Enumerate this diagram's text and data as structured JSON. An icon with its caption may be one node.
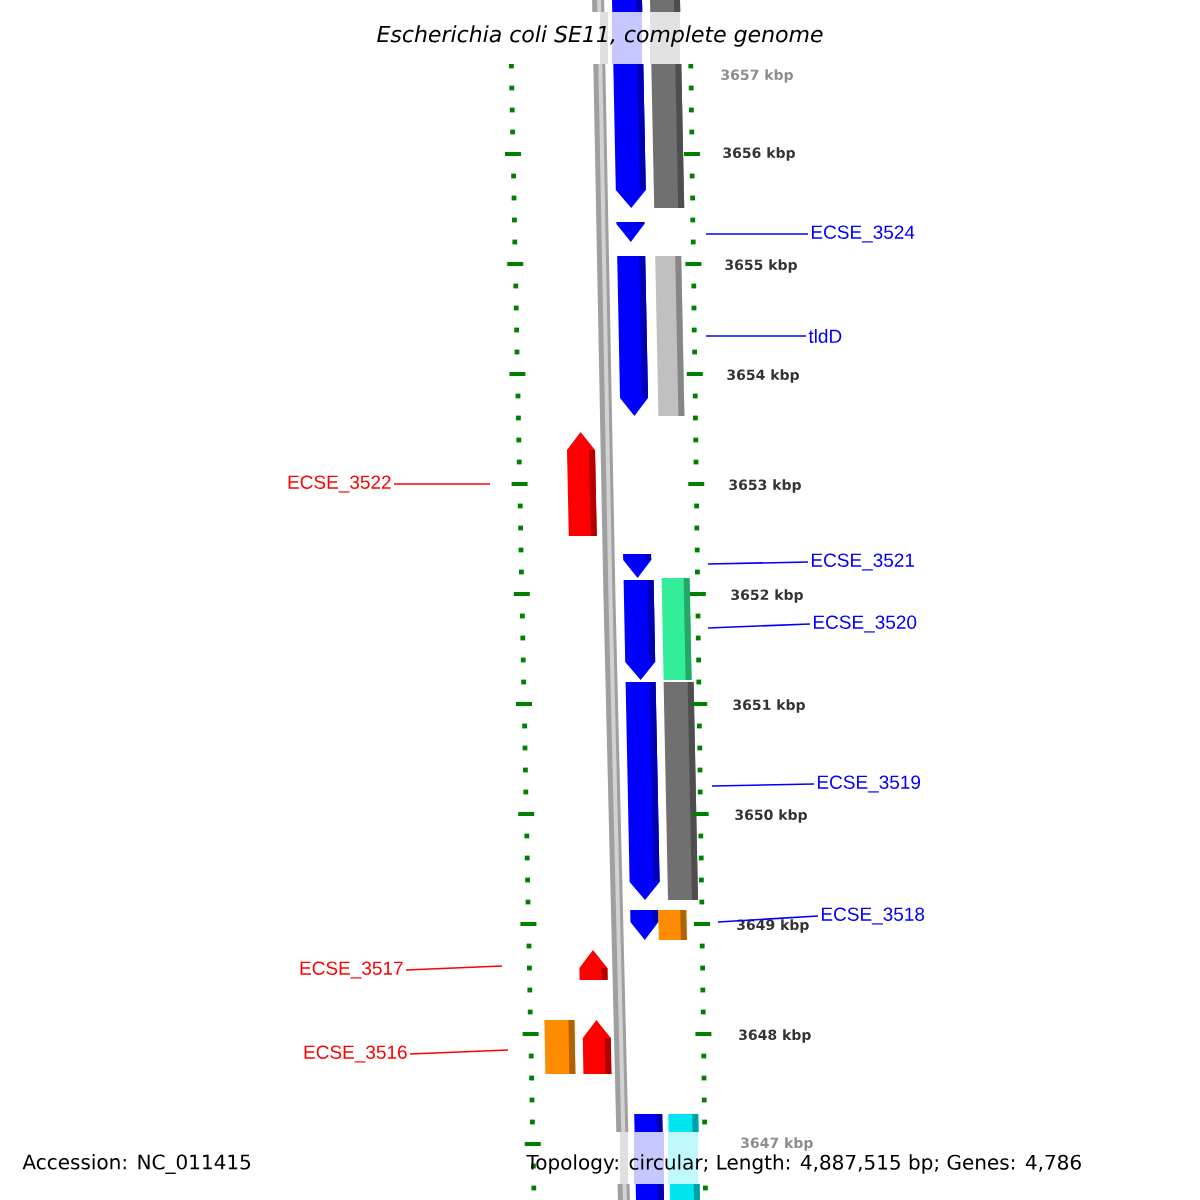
{
  "diagram": {
    "title": "Escherichia coli SE11, complete genome",
    "nodes": [
      {
        "text": [
          "ECSE_3524"
        ]
      },
      {
        "text": [
          "tldD"
        ]
      },
      {
        "text": [
          "ECSE_3522"
        ]
      },
      {
        "text": [
          "ECSE_3521"
        ]
      },
      {
        "text": [
          "ECSE_3520"
        ]
      },
      {
        "text": [
          "ECSE_3519"
        ]
      },
      {
        "text": [
          "ECSE_3518"
        ]
      },
      {
        "text": [
          "ECSE_3517"
        ]
      },
      {
        "text": [
          "ECSE_3516"
        ]
      }
    ],
    "edges": [
      {
        "from": 0,
        "to": null,
        "arrow": "none"
      },
      {
        "from": 1,
        "to": null,
        "arrow": "none"
      },
      {
        "from": 2,
        "to": null,
        "arrow": "none",
        "color": "#ff0000"
      },
      {
        "from": 3,
        "to": null,
        "arrow": "none"
      },
      {
        "from": 4,
        "to": null,
        "arrow": "none"
      },
      {
        "from": 5,
        "to": null,
        "arrow": "none"
      },
      {
        "from": 6,
        "to": null,
        "arrow": "none"
      },
      {
        "from": 7,
        "to": null,
        "arrow": "none",
        "color": "#ff0000"
      },
      {
        "from": 8,
        "to": null,
        "arrow": "none",
        "color": "#ff0000"
      }
    ],
    "labels": [
      "3657 kbp",
      "3656 kbp",
      "3655 kbp",
      "3654 kbp",
      "3653 kbp",
      "3652 kbp",
      "3651 kbp",
      "3650 kbp",
      "3649 kbp",
      "3648 kbp",
      "3647 kbp",
      "Accession: NC_011415",
      "Topology: circular; Length: 4,887,515 bp; Genes: 4,786"
    ]
  }
}
